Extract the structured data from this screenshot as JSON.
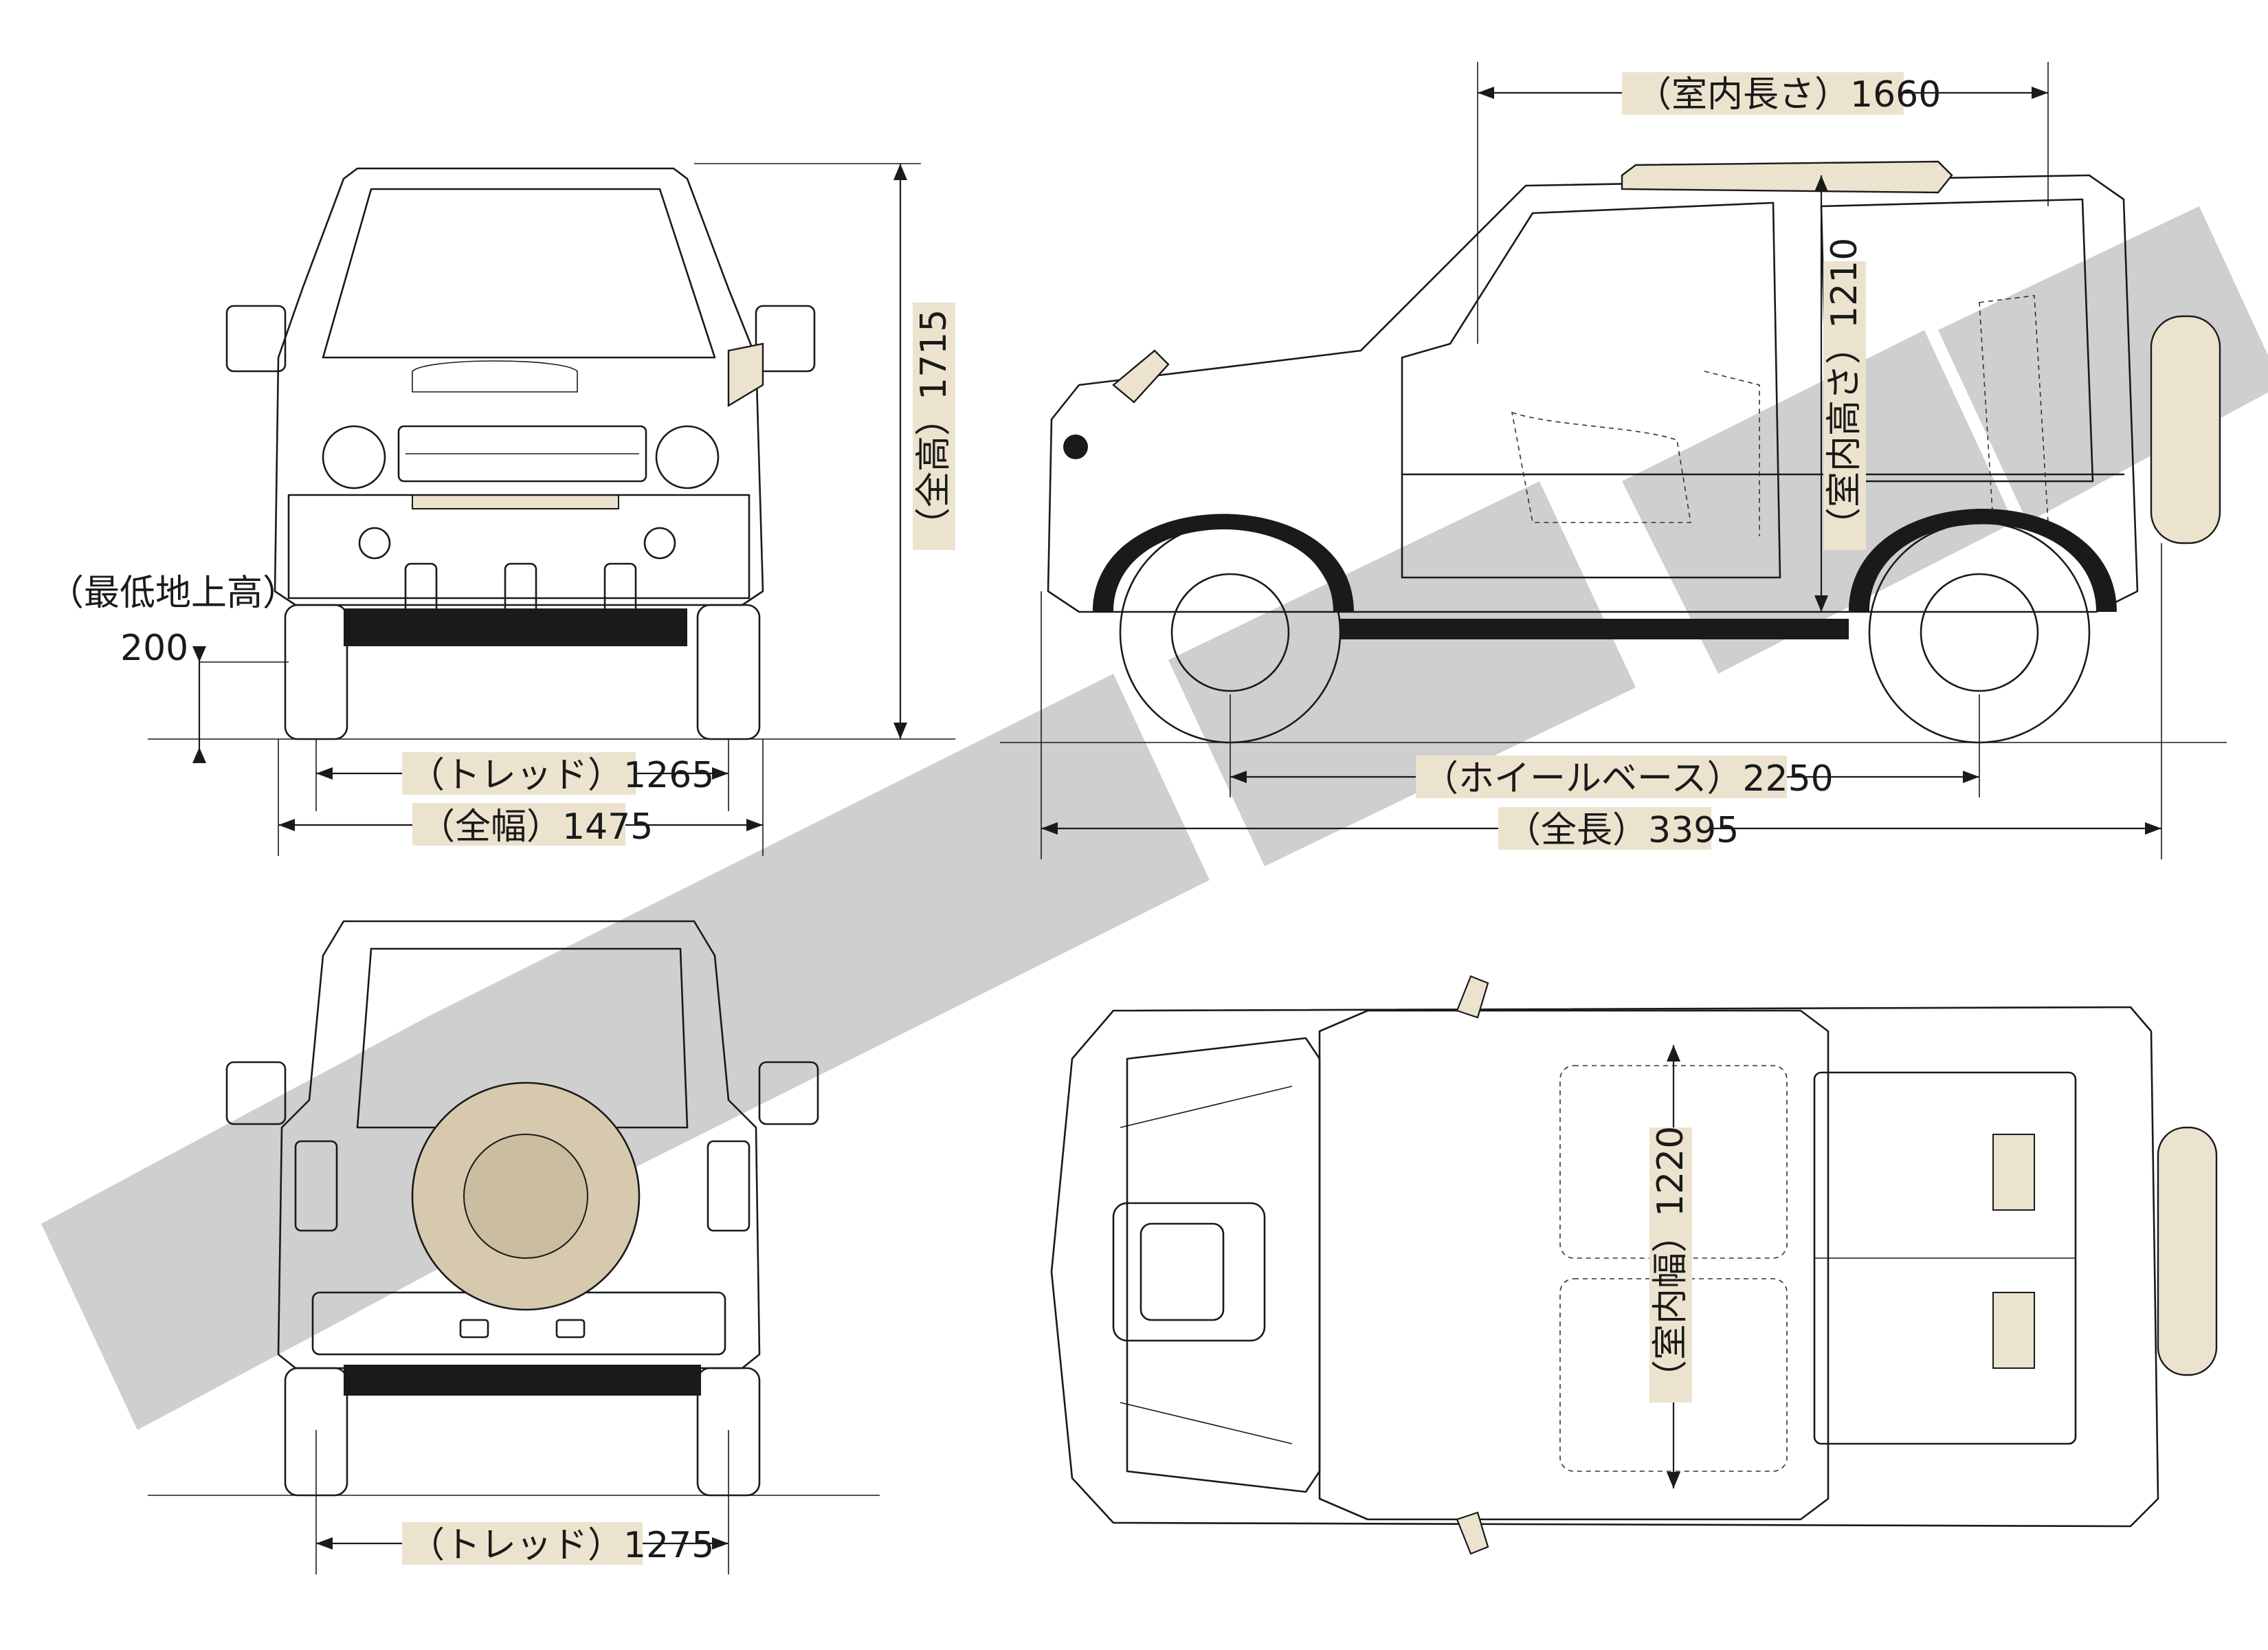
{
  "dimensions": {
    "interior_length": "（室内長さ）1660",
    "overall_height": "（全高）1715",
    "interior_height": "（室内高さ）1210",
    "ground_clearance_label": "（最低地上高）",
    "ground_clearance_value": "200",
    "front_tread": "（トレッド）1265",
    "overall_width": "（全幅）1475",
    "wheelbase": "（ホイールベース）2250",
    "overall_length": "（全長）3395",
    "rear_tread": "（トレッド）1275",
    "interior_width": "（室内幅）1220"
  },
  "colors": {
    "line": "#1a1a1a",
    "accent_fill": "#ece3cf",
    "spare_tire": "#d6c9ad",
    "watermark": "#bdbdbd"
  }
}
